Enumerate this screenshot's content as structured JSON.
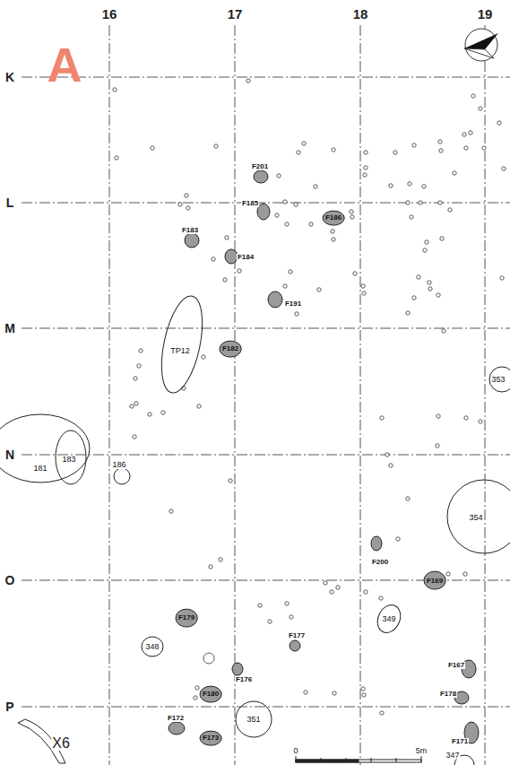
{
  "diagram": {
    "nodes": [
      {
        "text": [
          "F201"
        ]
      },
      {
        "text": [
          "F185"
        ]
      },
      {
        "text": [
          "F186"
        ]
      },
      {
        "text": [
          "F183"
        ]
      },
      {
        "text": [
          "F184"
        ]
      },
      {
        "text": [
          "F191"
        ]
      },
      {
        "text": [
          "TP12"
        ]
      },
      {
        "text": [
          "F182"
        ]
      },
      {
        "text": [
          "353"
        ]
      },
      {
        "text": [
          "181"
        ]
      },
      {
        "text": [
          "183"
        ],
        "in": 9
      },
      {
        "text": [
          "186"
        ]
      },
      {
        "text": [
          "354"
        ]
      },
      {
        "text": [
          "F200"
        ]
      },
      {
        "text": [
          "F169"
        ]
      },
      {
        "text": [
          "F179"
        ]
      },
      {
        "text": [
          "349"
        ]
      },
      {
        "text": [
          "348"
        ]
      },
      {
        "text": [
          "F177"
        ]
      },
      {
        "text": [
          "F176"
        ]
      },
      {
        "text": [
          "F180"
        ]
      },
      {
        "text": [
          "F167"
        ]
      },
      {
        "text": [
          "F178"
        ]
      },
      {
        "text": [
          "F172"
        ]
      },
      {
        "text": [
          "F173"
        ]
      },
      {
        "text": [
          "351"
        ]
      },
      {
        "text": [
          "F171"
        ]
      }
    ],
    "labels": [
      "A",
      "16",
      "17",
      "18",
      "19",
      "K",
      "L",
      "M",
      "N",
      "O",
      "P",
      "X6",
      "347",
      "0",
      "5m"
    ]
  }
}
